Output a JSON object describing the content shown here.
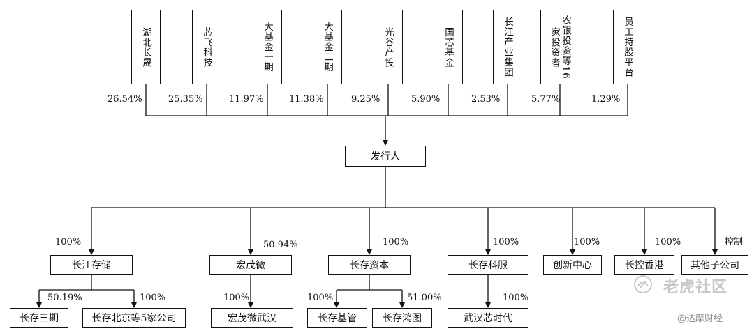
{
  "shareholders": [
    {
      "cols": [
        "湖北长晟"
      ],
      "pct": "26.54%"
    },
    {
      "cols": [
        "芯飞科技"
      ],
      "pct": "25.35%"
    },
    {
      "cols": [
        "大基金一期"
      ],
      "pct": "11.97%"
    },
    {
      "cols": [
        "大基金二期"
      ],
      "pct": "11.38%"
    },
    {
      "cols": [
        "光谷产投"
      ],
      "pct": "9.25%"
    },
    {
      "cols": [
        "国芯基金"
      ],
      "pct": "5.90%"
    },
    {
      "cols": [
        "长江产业集团"
      ],
      "pct": "2.53%"
    },
    {
      "cols": [
        "农银投资等16",
        "家投资者"
      ],
      "pct": "5.77%"
    },
    {
      "cols": [
        "员工持股平台"
      ],
      "pct": "1.29%"
    }
  ],
  "issuer": "发行人",
  "subsidiaries": [
    {
      "label": "长江存储",
      "pct": "100%"
    },
    {
      "label": "宏茂微",
      "pct": "50.94%"
    },
    {
      "label": "长存资本",
      "pct": "100%"
    },
    {
      "label": "长存科服",
      "pct": "100%"
    },
    {
      "label": "创新中心",
      "pct": "100%"
    },
    {
      "label": "长控香港",
      "pct": "100%"
    },
    {
      "label": "其他子公司",
      "pct": "控制"
    }
  ],
  "grandchildren": [
    {
      "label": "长存三期",
      "pct": "50.19%"
    },
    {
      "label": "长存北京等5家公司",
      "pct": "100%"
    },
    {
      "label": "宏茂微武汉",
      "pct": "100%"
    },
    {
      "label": "长存基管",
      "pct": "100%"
    },
    {
      "label": "长存鸿图",
      "pct": "51.00%"
    },
    {
      "label": "武汉芯时代",
      "pct": "100%"
    }
  ],
  "watermark": {
    "brand": "老虎社区",
    "credit": "@达摩财经",
    "icon": "tiger-logo-icon"
  }
}
